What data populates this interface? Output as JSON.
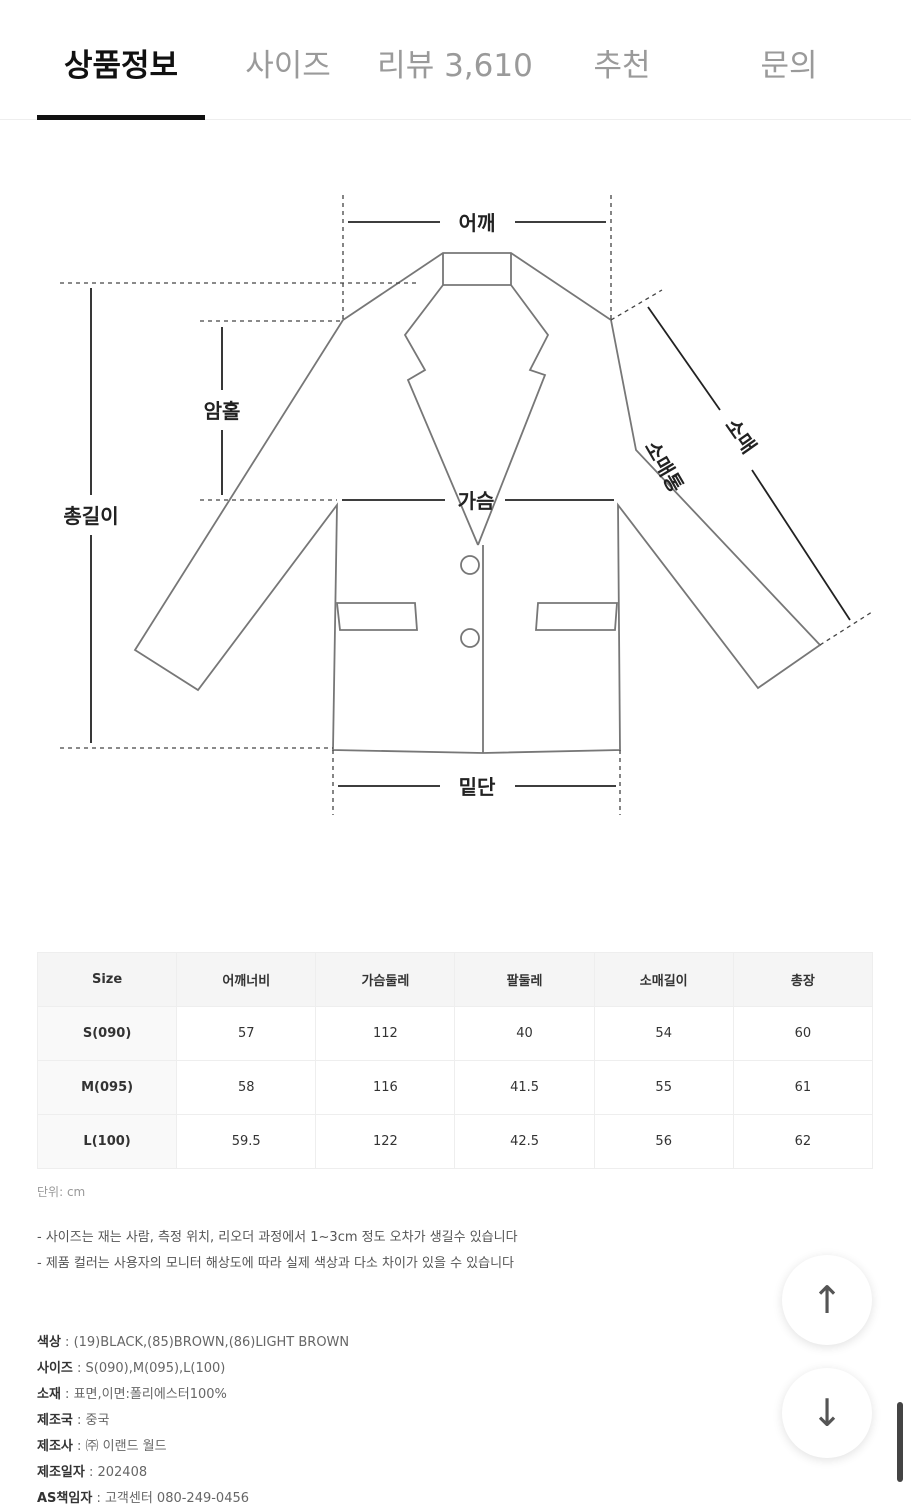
{
  "tabs": [
    {
      "label": "상품정보",
      "active": true
    },
    {
      "label": "사이즈"
    },
    {
      "label": "리뷰 3,610"
    },
    {
      "label": "추천"
    },
    {
      "label": "문의"
    }
  ],
  "diagram": {
    "shoulder": "어깨",
    "armhole": "암홀",
    "total_length": "총길이",
    "chest": "가슴",
    "sleeve": "소매",
    "sleeve_width": "소매통",
    "hem": "밑단"
  },
  "size_table": {
    "headers": [
      "Size",
      "어깨너비",
      "가슴둘레",
      "팔둘레",
      "소매길이",
      "총장"
    ],
    "rows": [
      [
        "S(090)",
        "57",
        "112",
        "40",
        "54",
        "60"
      ],
      [
        "M(095)",
        "58",
        "116",
        "41.5",
        "55",
        "61"
      ],
      [
        "L(100)",
        "59.5",
        "122",
        "42.5",
        "56",
        "62"
      ]
    ]
  },
  "unit": "단위: cm",
  "notes": [
    "- 사이즈는 재는 사람, 측정 위치, 리오더 과정에서 1~3cm 정도 오차가 생길수 있습니다",
    "- 제품 컬러는 사용자의 모니터 해상도에 따라 실제 색상과 다소 차이가 있을 수 있습니다"
  ],
  "info": [
    {
      "label": "색상",
      "value": " : (19)BLACK,(85)BROWN,(86)LIGHT BROWN"
    },
    {
      "label": "사이즈",
      "value": " : S(090),M(095),L(100)"
    },
    {
      "label": "소재",
      "value": " : 표면,이면:폴리에스터100%"
    },
    {
      "label": "제조국",
      "value": " : 중국"
    },
    {
      "label": "제조사",
      "value": " : ㈜ 이랜드 월드"
    },
    {
      "label": "제조일자",
      "value": " : 202408"
    },
    {
      "label": "AS책임자",
      "value": " : 고객센터 080-249-0456"
    }
  ],
  "buttons": {
    "up": "↑",
    "down": "↓"
  }
}
